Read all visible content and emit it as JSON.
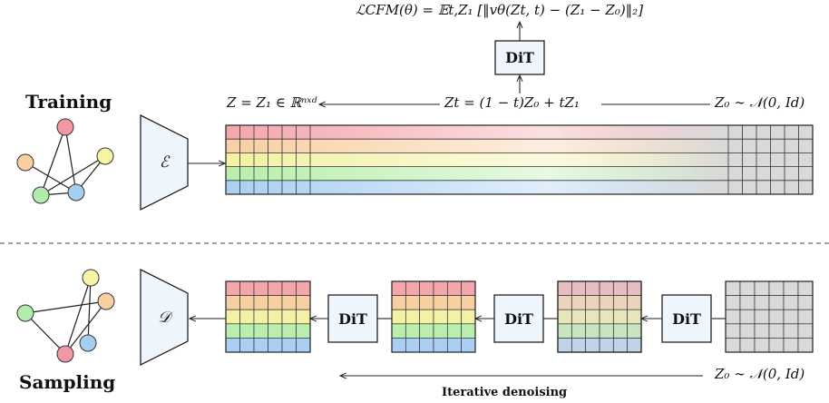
{
  "training": {
    "section_label": "Training",
    "loss_formula": "ℒCFM(θ) = 𝔼t,Z₁ [‖vθ(Zt, t) − (Z₁ − Z₀)‖₂]",
    "dit_label": "DiT",
    "z_formula": "Z = Z₁ ∈ ℝⁿˣᵈ",
    "zt_formula": "Zt = (1 − t)Z₀ + tZ₁",
    "z0_formula": "Z₀ ∼ 𝒩(0, Id)",
    "encoder_label": "ℰ"
  },
  "sampling": {
    "section_label": "Sampling",
    "decoder_label": "𝒟",
    "dit_labels": [
      "DiT",
      "DiT",
      "DiT"
    ],
    "z0_formula": "Z₀ ∼ 𝒩(0, Id)",
    "caption": "Iterative denoising"
  },
  "colors": {
    "row_colors": [
      "#f4a6ad",
      "#f8cfa3",
      "#f3f1a3",
      "#b9eeac",
      "#a9d0f2"
    ],
    "node_fill_box": "#eef5fd",
    "noise_gray": "#d9d9d9"
  },
  "graph_nodes": {
    "training": [
      "#f19aa6",
      "#f8cfa3",
      "#f8f4a6",
      "#b2ecac",
      "#a7cdf0"
    ],
    "sampling": [
      "#f8f4a6",
      "#f8cfa3",
      "#b2ecac",
      "#f19aa6",
      "#a7cdf0"
    ]
  }
}
